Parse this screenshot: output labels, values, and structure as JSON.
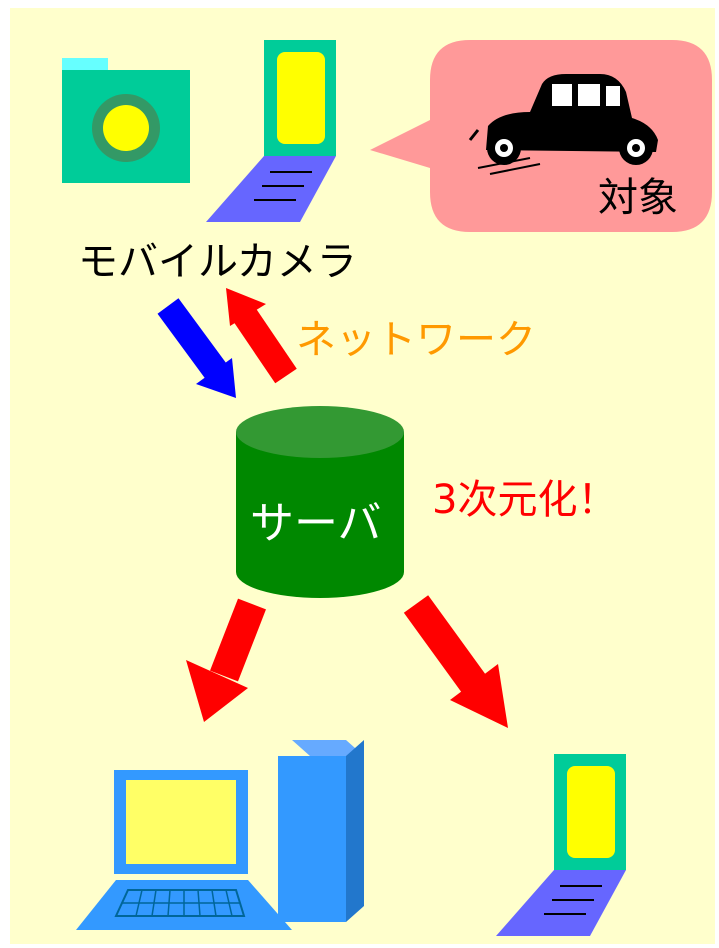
{
  "labels": {
    "mobile_camera": "モバイルカメラ",
    "network": "ネットワーク",
    "server": "サーバ",
    "reconstruction": "3次元化！",
    "target": "対象"
  },
  "colors": {
    "background": "#ffffcc",
    "network_text": "#ff9900",
    "reconstruction_text": "#ff0000",
    "upload_arrow": "#0000ff",
    "download_arrow": "#ff0000",
    "server_body": "#008800",
    "speech_bubble": "#ff9999"
  },
  "icons": {
    "camera": "camera-icon",
    "mobile_phone": "mobile-phone-icon",
    "car": "car-icon",
    "server": "database-cylinder-icon",
    "desktop_pc": "desktop-computer-icon"
  }
}
